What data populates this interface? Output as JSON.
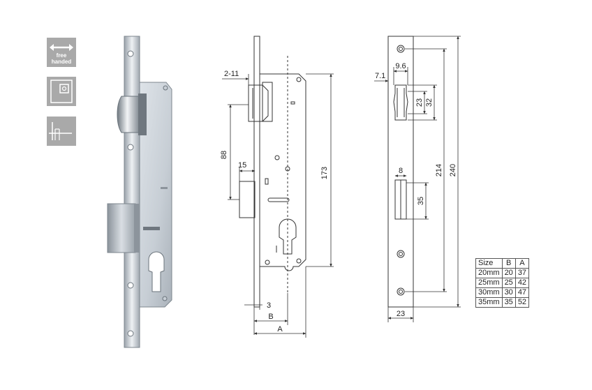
{
  "colors": {
    "tile": "#a9a9a9",
    "line": "#333333",
    "metal_light": "#e4e8ec",
    "metal_dark": "#8c949c",
    "table_border": "#555555"
  },
  "icons": {
    "free_handed": {
      "name": "free-handed-arrow-icon",
      "line1": "free",
      "line2": "handed"
    },
    "door_square": {
      "name": "door-square-icon"
    },
    "handle_profile": {
      "name": "handle-profile-icon"
    }
  },
  "dimensions": {
    "side_view": {
      "offset": "2-11",
      "latch_to_bolt": "88",
      "bolt_throw": "15",
      "body_height": "173",
      "faceplate": "3",
      "backset_b": "B",
      "backset_a": "A"
    },
    "front_view": {
      "latch_width": "9.6",
      "latch_offset": "7.1",
      "latch_h1": "23",
      "latch_h2": "32",
      "bolt_width": "8",
      "bolt_height": "35",
      "hole_spacing": "214",
      "plate_height": "240",
      "plate_width": "23"
    }
  },
  "size_table": {
    "headers": [
      "Size",
      "B",
      "A"
    ],
    "rows": [
      [
        "20mm",
        "20",
        "37"
      ],
      [
        "25mm",
        "25",
        "42"
      ],
      [
        "30mm",
        "30",
        "47"
      ],
      [
        "35mm",
        "35",
        "52"
      ]
    ]
  }
}
